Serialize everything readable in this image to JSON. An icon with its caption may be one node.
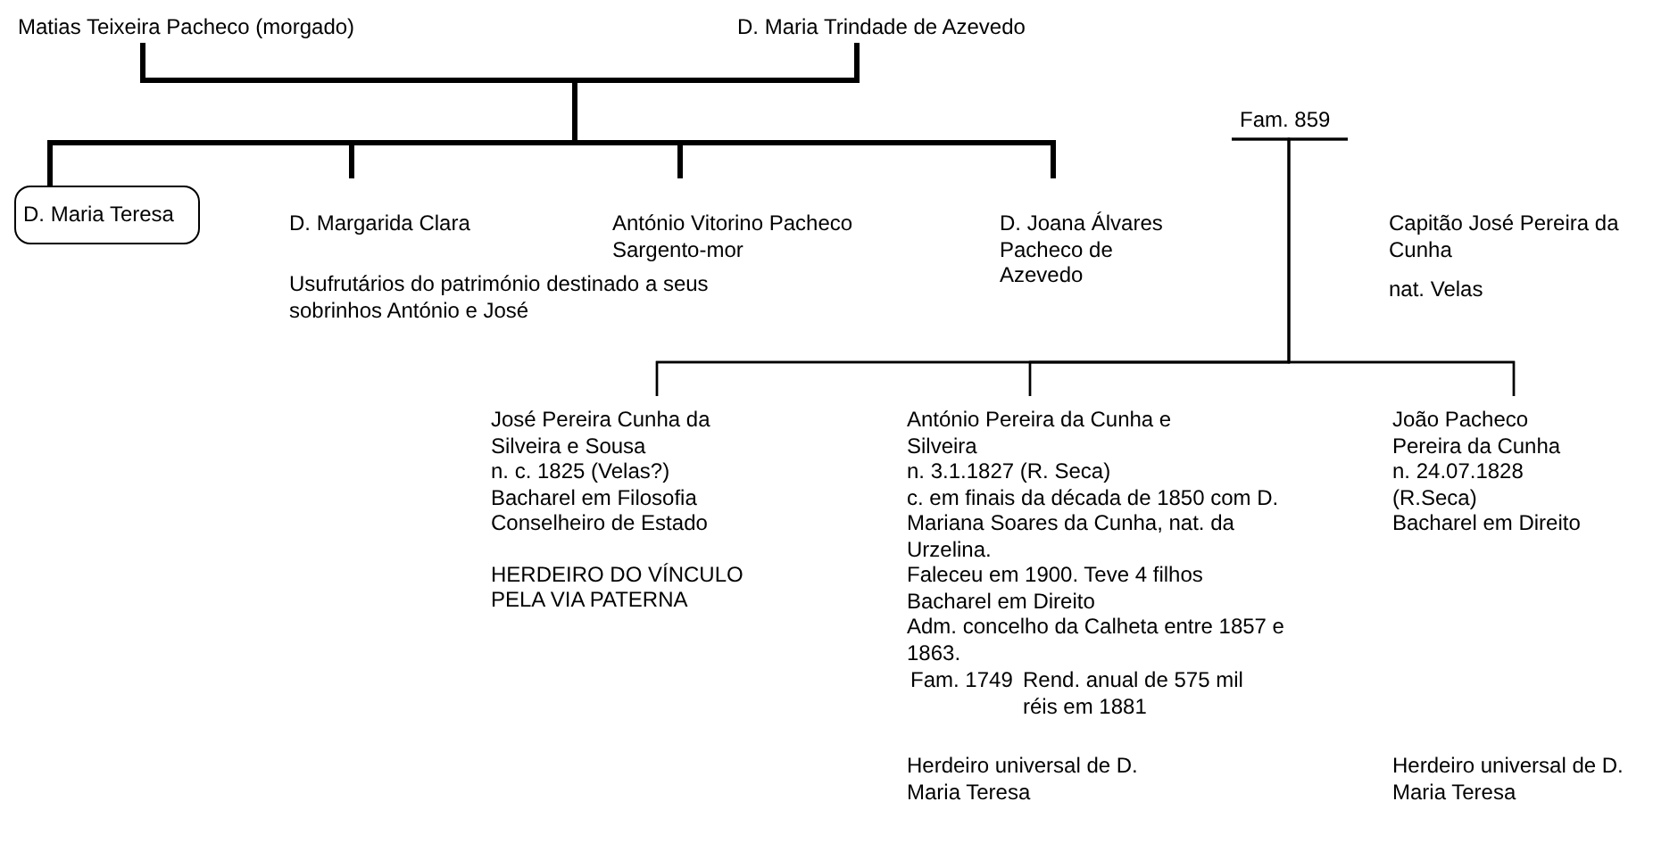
{
  "diagram": {
    "nodes": [
      {
        "text": [
          "Matias Teixeira Pacheco (morgado)"
        ]
      },
      {
        "text": [
          "D. Maria Trindade de Azevedo"
        ]
      },
      {
        "text": [
          "D. Maria Teresa"
        ]
      },
      {
        "text": [
          "D. Margarida Clara"
        ]
      },
      {
        "text": [
          "António Vitorino Pacheco",
          "Sargento-mor"
        ]
      },
      {
        "text": [
          "D. Joana Álvares Pacheco de Azevedo"
        ]
      },
      {
        "text": [
          "Capitão José Pereira da Cunha",
          "nat. Velas"
        ]
      },
      {
        "text": [
          "José Pereira Cunha da Silveira e Sousa",
          "n. c. 1825 (Velas?)",
          "Bacharel em Filosofia",
          "Conselheiro de Estado",
          "HERDEIRO DO VÍNCULO PELA VIA PATERNA"
        ]
      },
      {
        "text": [
          "António Pereira da Cunha e Silveira",
          "n. 3.1.1827 (R. Seca)",
          "c. em finais da década de 1850 com D. Mariana Soares da Cunha, nat. da Urzelina.",
          "Faleceu em 1900. Teve 4 filhos",
          "Bacharel em Direito",
          "Adm. concelho da Calheta entre 1857 e 1863."
        ],
        "beside": [
          "Fam. 1749",
          "Rend. anual de 575 mil réis em 1881",
          "Herdeiro universal de D. Maria Teresa"
        ]
      },
      {
        "text": [
          "João Pacheco Pereira da Cunha",
          "n. 24.07.1828 (R.Seca)",
          "Bacharel em Direito"
        ]
      }
    ],
    "edges": [
      {
        "from": 0,
        "to": 1,
        "arrow": "none"
      },
      {
        "from": 0,
        "to": 2,
        "arrow": "none"
      },
      {
        "from": 1,
        "to": 2,
        "arrow": "none"
      },
      {
        "from": 0,
        "to": 3,
        "arrow": "none"
      },
      {
        "from": 1,
        "to": 3,
        "arrow": "none"
      },
      {
        "from": 0,
        "to": 4,
        "arrow": "none"
      },
      {
        "from": 1,
        "to": 4,
        "arrow": "none"
      },
      {
        "from": 0,
        "to": 5,
        "arrow": "none"
      },
      {
        "from": 1,
        "to": 5,
        "arrow": "none"
      },
      {
        "from": 5,
        "to": 6,
        "arrow": "none",
        "label": "Fam. 859"
      },
      {
        "from": 5,
        "to": 7,
        "arrow": "none"
      },
      {
        "from": 6,
        "to": 7,
        "arrow": "none"
      },
      {
        "from": 5,
        "to": 8,
        "arrow": "none"
      },
      {
        "from": 6,
        "to": 8,
        "arrow": "none"
      },
      {
        "from": 5,
        "to": 9,
        "arrow": "none"
      },
      {
        "from": 6,
        "to": 9,
        "arrow": "none"
      }
    ],
    "labels": [
      "Usufrutários do património destinado a seus sobrinhos António e José",
      "Herdeiro universal de D. Maria Teresa"
    ]
  }
}
